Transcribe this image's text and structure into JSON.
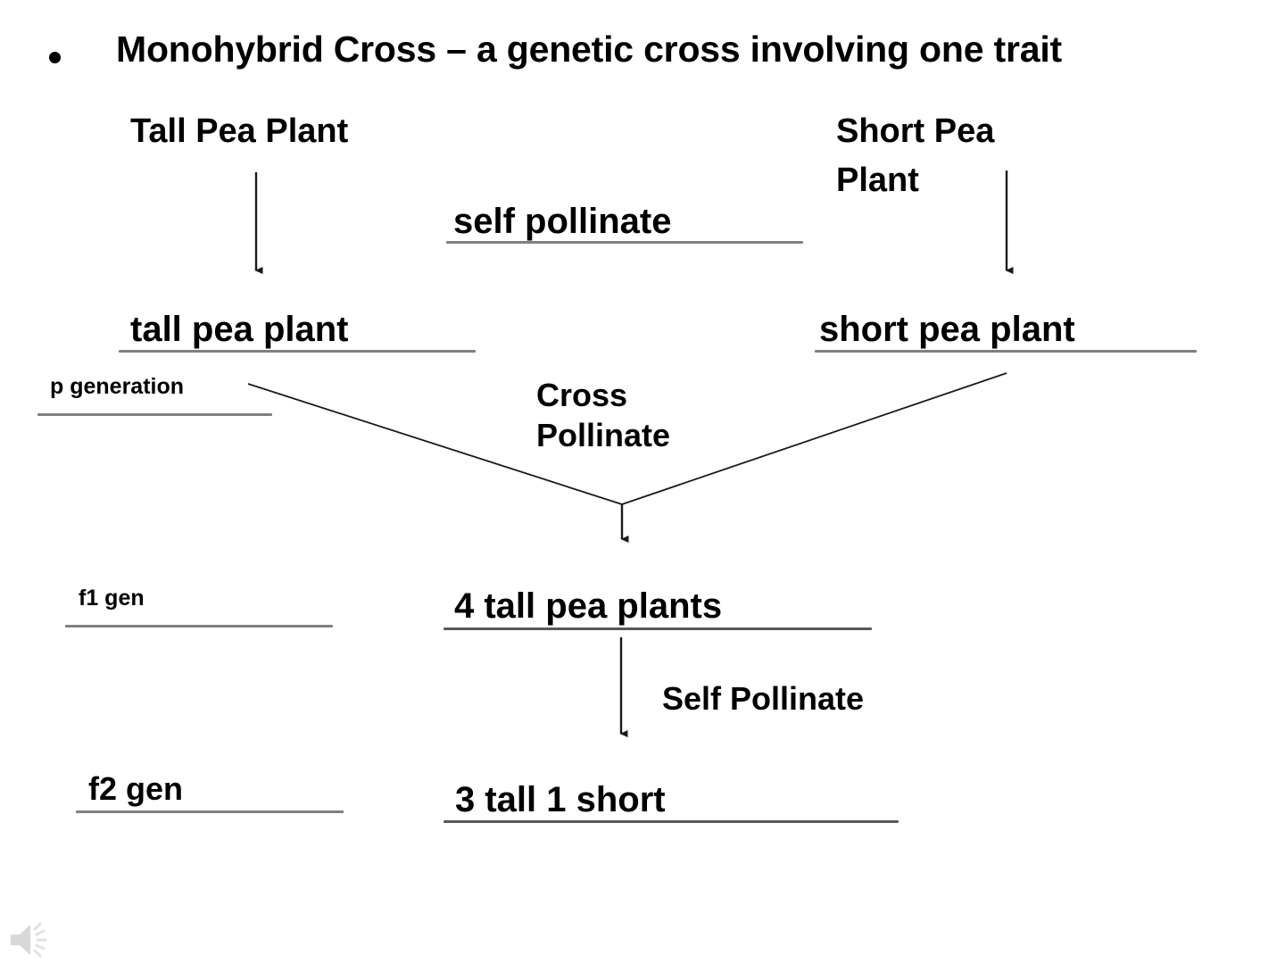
{
  "slide": {
    "background_color": "#ffffff",
    "text_color": "#000000",
    "rule_color": "#808080",
    "title": "Monohybrid Cross – a genetic cross involving one trait",
    "bullet_glyph": "•"
  },
  "parents": {
    "left_header": "Tall Pea Plant",
    "right_header": "Short Pea\nPlant",
    "self_pollinate_label": "self pollinate",
    "left_result": "tall pea plant",
    "right_result": "short pea plant"
  },
  "generations": {
    "p_label": "p generation",
    "f1_label": "f1 gen",
    "f2_label": "f2 gen"
  },
  "crosses": {
    "cross_pollinate_label": "Cross\nPollinate",
    "f1_result": "4 tall pea plants",
    "self_pollinate_label": "Self Pollinate",
    "f2_result": "3 tall 1 short"
  },
  "media": {
    "audio_icon_name": "speaker-icon"
  }
}
